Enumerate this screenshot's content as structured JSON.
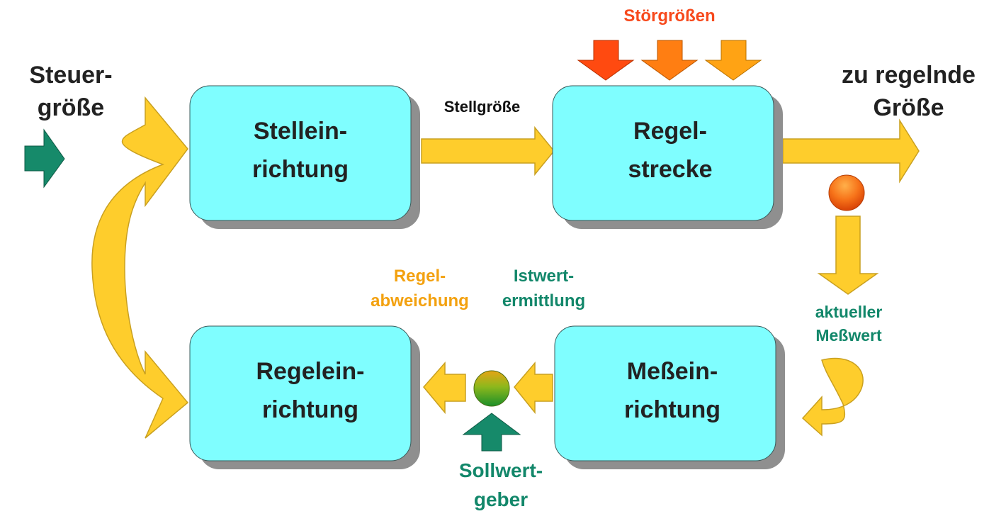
{
  "blocks": {
    "stelleinrichtung": [
      "Stellein-",
      "richtung"
    ],
    "regelstrecke": [
      "Regel-",
      "strecke"
    ],
    "regeleinrichtung": [
      "Regelein-",
      "richtung"
    ],
    "messeinrichtung": [
      "Meßein-",
      "richtung"
    ]
  },
  "labels": {
    "stoergroessen": "Störgrößen",
    "steuergroesse": [
      "Steuer-",
      "größe"
    ],
    "stellgroesse": "Stellgröße",
    "zu_regelnde_groesse": [
      "zu regelnde",
      "Größe"
    ],
    "aktueller_messwert": [
      "aktueller",
      "Meßwert"
    ],
    "istwertermittlung": [
      "Istwert-",
      "ermittlung"
    ],
    "regelabweichung": [
      "Regel-",
      "abweichung"
    ],
    "sollwertgeber": [
      "Sollwert-",
      "geber"
    ]
  },
  "colors": {
    "block_fill": "#7ffeff",
    "block_shadow": "#8f8f8f",
    "arrow_yellow": "#fecd2c",
    "green": "#168a6a",
    "disturbance_1": "#ff4a10",
    "disturbance_2": "#ff7e12",
    "disturbance_3": "#ffa314",
    "text_orange_red": "#f7491c",
    "text_orange": "#f3a10f",
    "text_green": "#12876a"
  }
}
